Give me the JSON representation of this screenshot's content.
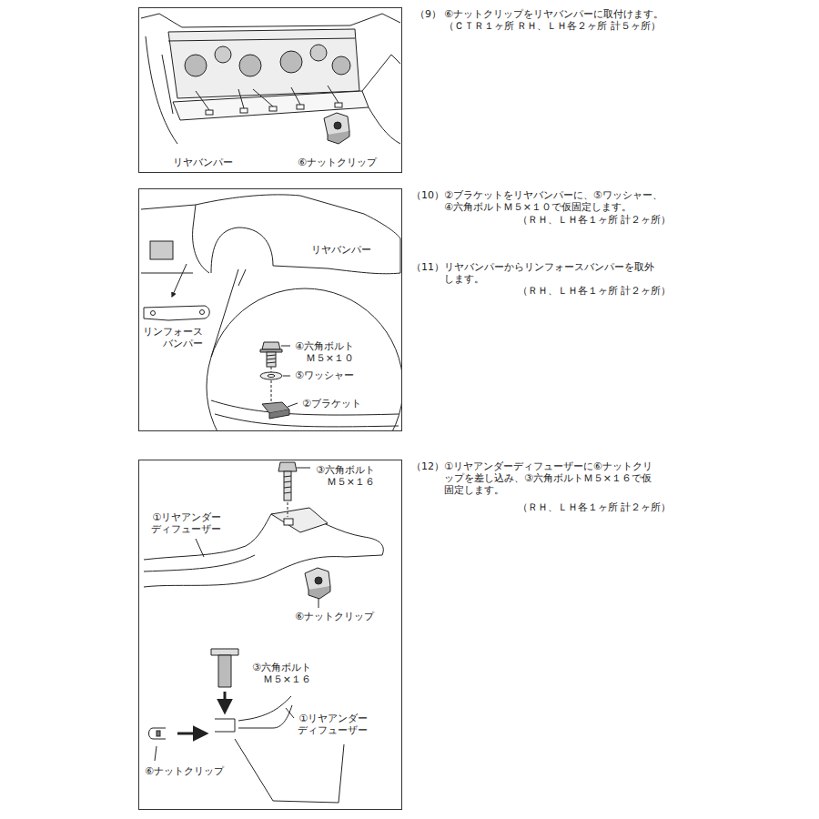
{
  "diagram": {
    "nodes": [
      {
        "text": [
          "リヤバンパー",
          "⑥ナットクリップ"
        ]
      },
      {
        "text": [
          "リヤバンパー",
          "リンフォース バンパー",
          "④六角ボルト Ｍ５×１０",
          "⑤ワッシャー",
          "②ブラケット"
        ]
      },
      {
        "text": [
          "③六角ボルト Ｍ５×１６",
          "①リヤアンダー ディフューザー",
          "⑥ナットクリップ",
          "③六角ボルト Ｍ５×１６",
          "①リヤアンダー ディフューザー",
          "⑥ナットクリップ"
        ]
      }
    ],
    "labels": [
      "（9）",
      "⑥ナットクリップをリヤバンパーに取付けます。 （ＣＴＲ１ヶ所 ＲＨ、ＬＨ各２ヶ所 計５ヶ所）",
      "（10）",
      "②ブラケットをリヤバンパーに、⑤ワッシャー、 ④六角ボルトＭ５×１０で仮固定します。",
      "（ＲＨ、ＬＨ各１ヶ所 計２ヶ所）",
      "（11）",
      "リヤバンパーからリンフォースバンパーを取外 します。",
      "（ＲＨ、ＬＨ各１ヶ所 計２ヶ所）",
      "（12）",
      "①リヤアンダーディフューザーに⑥ナットクリ ップを差し込み、③六角ボルトＭ５×１６で仮 固定します。",
      "（ＲＨ、ＬＨ各１ヶ所 計２ヶ所）"
    ]
  }
}
